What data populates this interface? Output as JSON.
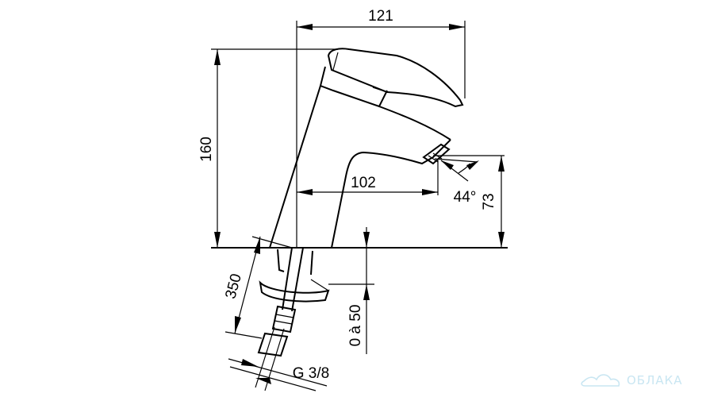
{
  "dimensions": {
    "width_top": "121",
    "height_total": "160",
    "spout_reach": "102",
    "spout_angle": "44°",
    "spout_height": "73",
    "hose_length": "350",
    "deck_thickness": "0 à 50",
    "thread_size": "G 3/8"
  },
  "watermark": {
    "text": "ОБЛАКА",
    "color": "#c9e6f2",
    "icon": "cloud-logo-icon"
  },
  "colors": {
    "line": "#000000",
    "background": "#ffffff"
  }
}
